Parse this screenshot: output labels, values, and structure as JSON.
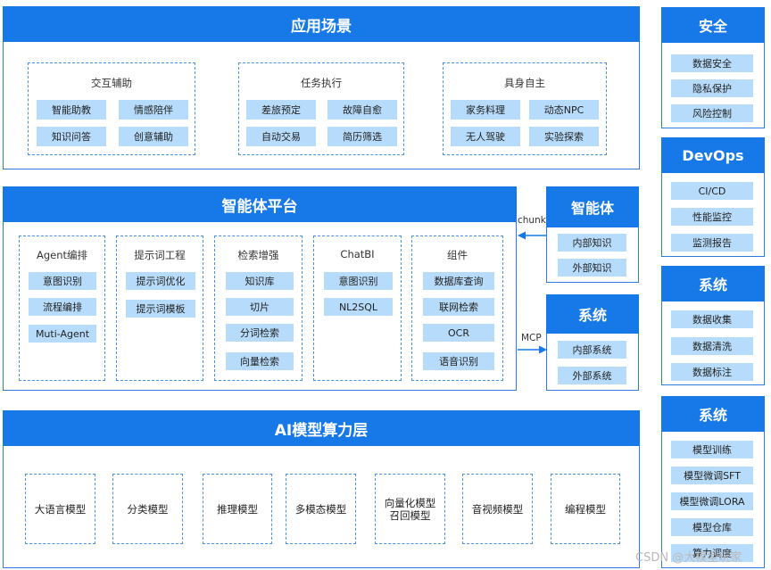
{
  "app_scenarios": {
    "title": "应用场景",
    "groups": [
      {
        "title": "交互辅助",
        "items": [
          "智能助教",
          "情感陪伴",
          "知识问答",
          "创意辅助"
        ]
      },
      {
        "title": "任务执行",
        "items": [
          "差旅预定",
          "故障自愈",
          "自动交易",
          "简历筛选"
        ]
      },
      {
        "title": "具身自主",
        "items": [
          "家务料理",
          "动态NPC",
          "无人驾驶",
          "实验探索"
        ]
      }
    ]
  },
  "agent_platform": {
    "title": "智能体平台",
    "groups": [
      {
        "title": "Agent编排",
        "items": [
          "意图识别",
          "流程编排",
          "Muti-Agent"
        ]
      },
      {
        "title": "提示词工程",
        "items": [
          "提示词优化",
          "提示词模板"
        ]
      },
      {
        "title": "检索增强",
        "items": [
          "知识库",
          "切片",
          "分词检索",
          "向量检索"
        ]
      },
      {
        "title": "ChatBI",
        "items": [
          "意图识别",
          "NL2SQL"
        ]
      },
      {
        "title": "组件",
        "items": [
          "数据库查询",
          "联网检索",
          "OCR",
          "语音识别"
        ]
      }
    ]
  },
  "agent_box": {
    "title": "智能体",
    "items": [
      "内部知识",
      "外部知识"
    ],
    "connector": "chunk"
  },
  "system_box": {
    "title": "系统",
    "items": [
      "内部系统",
      "外部系统"
    ],
    "connector": "MCP"
  },
  "model_layer": {
    "title": "AI模型算力层",
    "models": [
      "大语言模型",
      "分类模型",
      "推理模型",
      "多模态模型",
      "向量化模型\n召回模型",
      "音视频模型",
      "编程模型"
    ]
  },
  "sidebar": [
    {
      "title": "安全",
      "items": [
        "数据安全",
        "隐私保护",
        "风险控制"
      ]
    },
    {
      "title": "DevOps",
      "items": [
        "CI/CD",
        "性能监控",
        "监测报告"
      ]
    },
    {
      "title": "系统",
      "items": [
        "数据收集",
        "数据清洗",
        "数据标注"
      ]
    },
    {
      "title": "系统",
      "items": [
        "模型训练",
        "模型微调SFT",
        "模型微调LORA",
        "模型仓库",
        "算力调度"
      ]
    }
  ],
  "watermark": "CSDN @大模型玩家",
  "colors": {
    "primary": "#1779e8",
    "chip": "#b7dcfb",
    "dashed": "#4a90e2"
  }
}
